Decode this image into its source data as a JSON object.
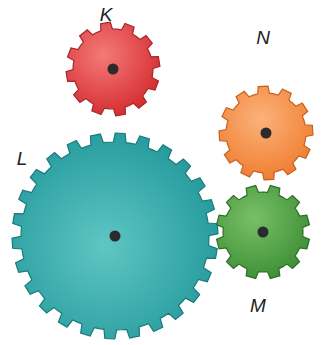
{
  "diagram": {
    "labels": [
      "K",
      "N",
      "L",
      "M"
    ]
  }
}
